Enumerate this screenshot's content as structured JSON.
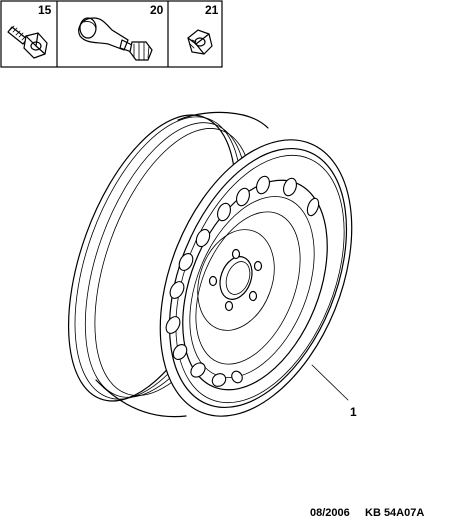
{
  "parts": [
    {
      "ref": "15",
      "icon": "wheel-bolt-icon"
    },
    {
      "ref": "20",
      "icon": "tyre-valve-icon"
    },
    {
      "ref": "21",
      "icon": "wheel-nut-icon"
    }
  ],
  "diagram": {
    "wheel_ref": "1",
    "wheel_icon": "steel-wheel-rim-icon"
  },
  "footer": {
    "date": "08/2006",
    "code": "KB 54A07A"
  }
}
